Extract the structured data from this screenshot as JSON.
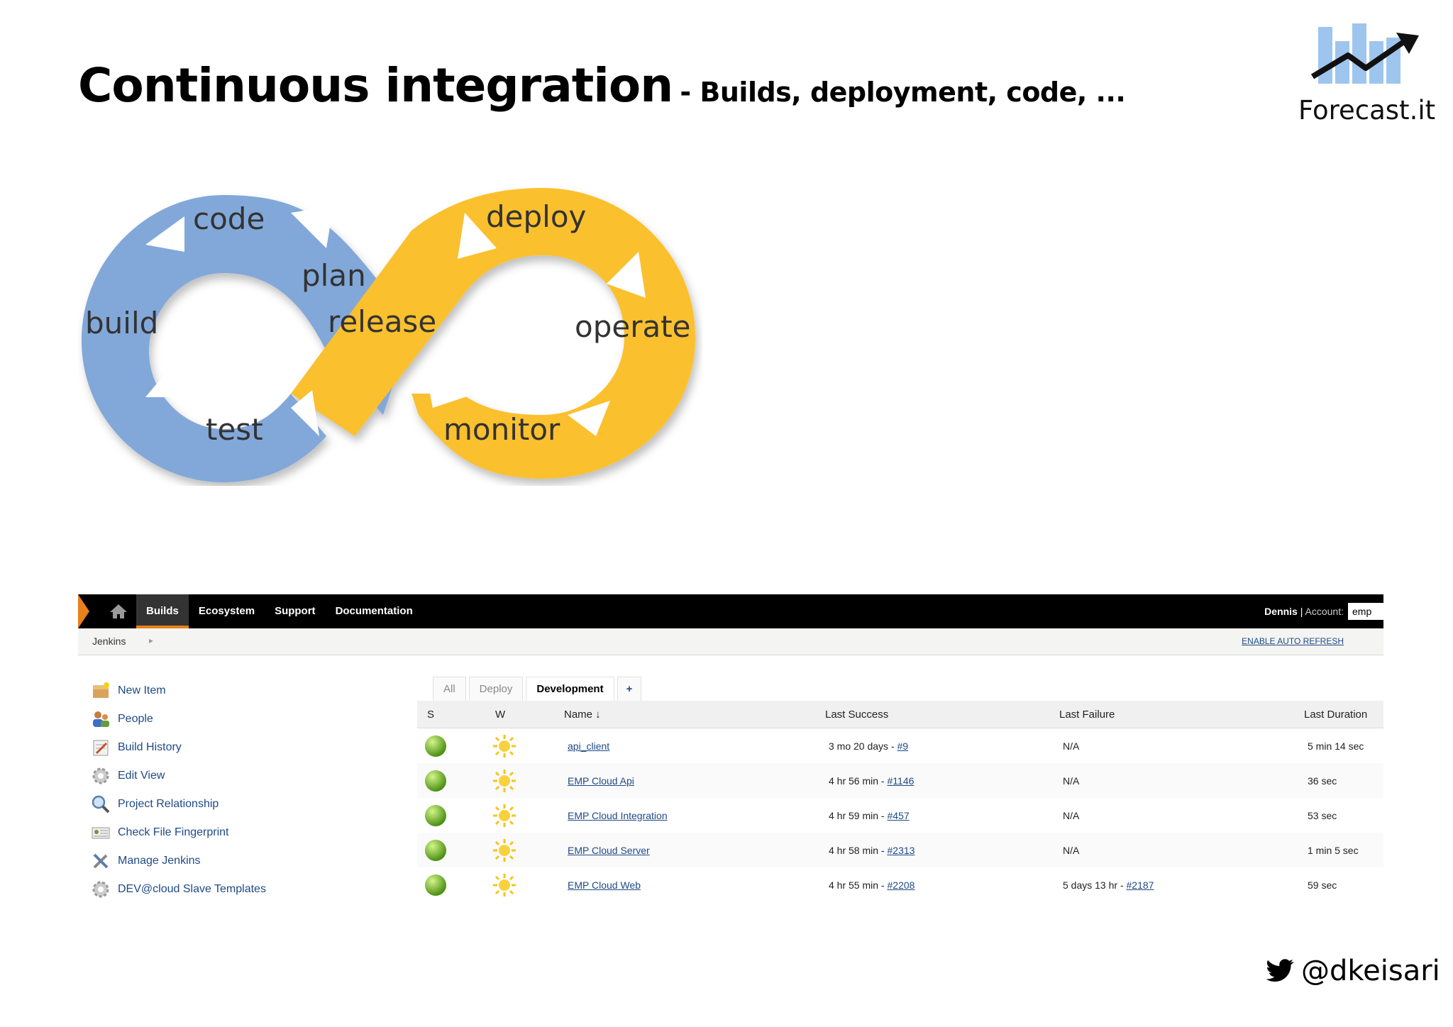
{
  "slide": {
    "title": "Continuous integration",
    "subtitle": "- Builds, deployment, code, ...",
    "logo_text": "Forecast.it",
    "twitter_handle": "@dkeisari",
    "icons": {
      "logo": "chart-trend-logo-icon",
      "twitter": "twitter-bird-icon"
    }
  },
  "devops_loop": {
    "labels": {
      "code": "code",
      "plan": "plan",
      "build": "build",
      "release": "release",
      "test": "test",
      "deploy": "deploy",
      "operate": "operate",
      "monitor": "monitor"
    },
    "colors": {
      "dev": "#82a8d9",
      "ops": "#fbc02d"
    }
  },
  "jenkins": {
    "nav": {
      "builds": "Builds",
      "ecosystem": "Ecosystem",
      "support": "Support",
      "documentation": "Documentation"
    },
    "user": "Dennis",
    "account_sep": " | ",
    "account_label": "Account:",
    "account_value": "emp",
    "breadcrumb": "Jenkins",
    "breadcrumb_sep": "▸",
    "auto_refresh": "ENABLE AUTO REFRESH",
    "sidebar": {
      "new_item": "New Item",
      "people": "People",
      "build_history": "Build History",
      "edit_view": "Edit View",
      "project_relationship": "Project Relationship",
      "check_file_fingerprint": "Check File Fingerprint",
      "manage_jenkins": "Manage Jenkins",
      "slave_templates": "DEV@cloud Slave Templates"
    },
    "tabs": {
      "all": "All",
      "deploy": "Deploy",
      "development": "Development",
      "add": "+"
    },
    "columns": {
      "s": "S",
      "w": "W",
      "name": "Name ↓",
      "last_success": "Last Success",
      "last_failure": "Last Failure",
      "last_duration": "Last Duration"
    },
    "rows": [
      {
        "name": "api_client",
        "success_time": "3 mo 20 days",
        "success_build": "#9",
        "failure_time": "N/A",
        "failure_build": "",
        "duration": "5 min 14 sec"
      },
      {
        "name": "EMP Cloud Api",
        "success_time": "4 hr 56 min",
        "success_build": "#1146",
        "failure_time": "N/A",
        "failure_build": "",
        "duration": "36 sec"
      },
      {
        "name": "EMP Cloud Integration",
        "success_time": "4 hr 59 min",
        "success_build": "#457",
        "failure_time": "N/A",
        "failure_build": "",
        "duration": "53 sec"
      },
      {
        "name": "EMP Cloud Server",
        "success_time": "4 hr 58 min",
        "success_build": "#2313",
        "failure_time": "N/A",
        "failure_build": "",
        "duration": "1 min 5 sec"
      },
      {
        "name": "EMP Cloud Web",
        "success_time": "4 hr 55 min",
        "success_build": "#2208",
        "failure_time": "5 days 13 hr",
        "failure_build": "#2187",
        "duration": "59 sec"
      }
    ],
    "separator": " - ",
    "colors": {
      "header": "#000000",
      "accent": "#e8801c",
      "link": "#204a87",
      "status_ok": "#6ab023",
      "weather_sunny": "#f5c518"
    }
  }
}
